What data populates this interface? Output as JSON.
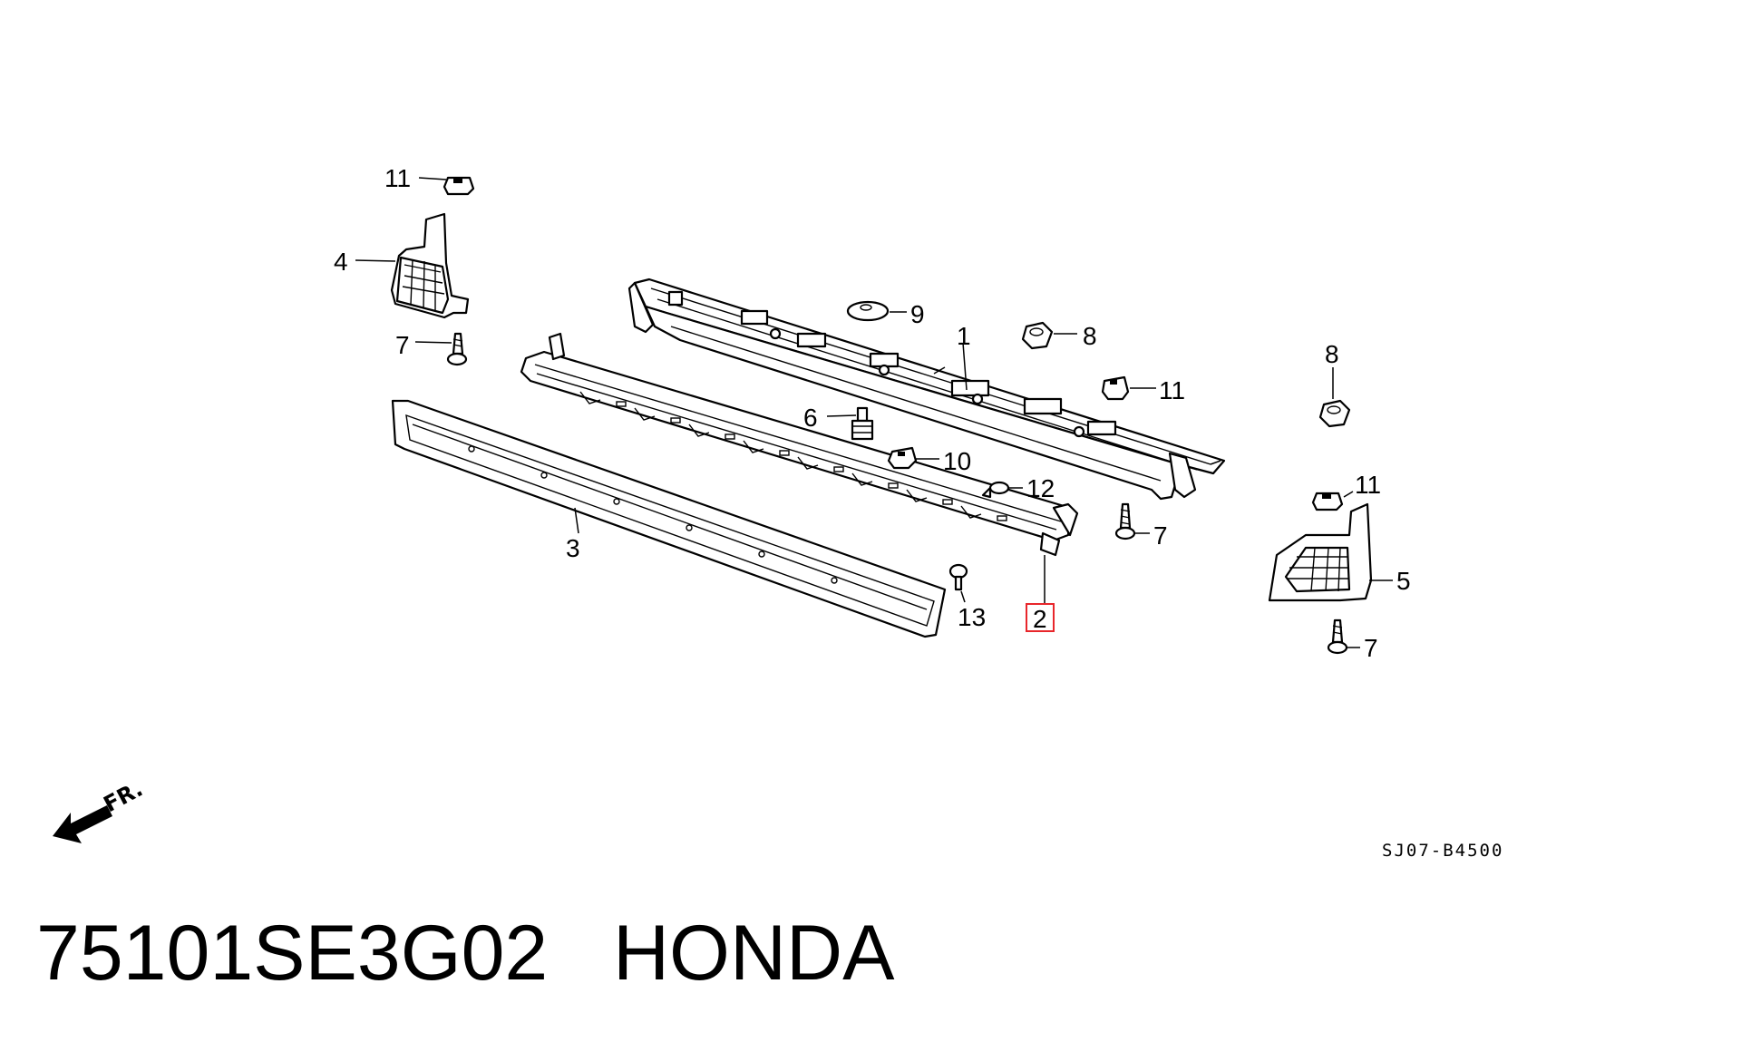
{
  "diagram": {
    "callouts": {
      "c1": "1",
      "c2": "2",
      "c3": "3",
      "c4": "4",
      "c5": "5",
      "c6": "6",
      "c7a": "7",
      "c7b": "7",
      "c7c": "7",
      "c8a": "8",
      "c8b": "8",
      "c9": "9",
      "c10": "10",
      "c11a": "11",
      "c11b": "11",
      "c11c": "11",
      "c12": "12",
      "c13": "13"
    },
    "front_label": "FR.",
    "drawing_code": "SJ07-B4500",
    "highlight_color": "#e8262b"
  },
  "caption": {
    "part_number": "75101SE3G02",
    "brand": "HONDA"
  }
}
